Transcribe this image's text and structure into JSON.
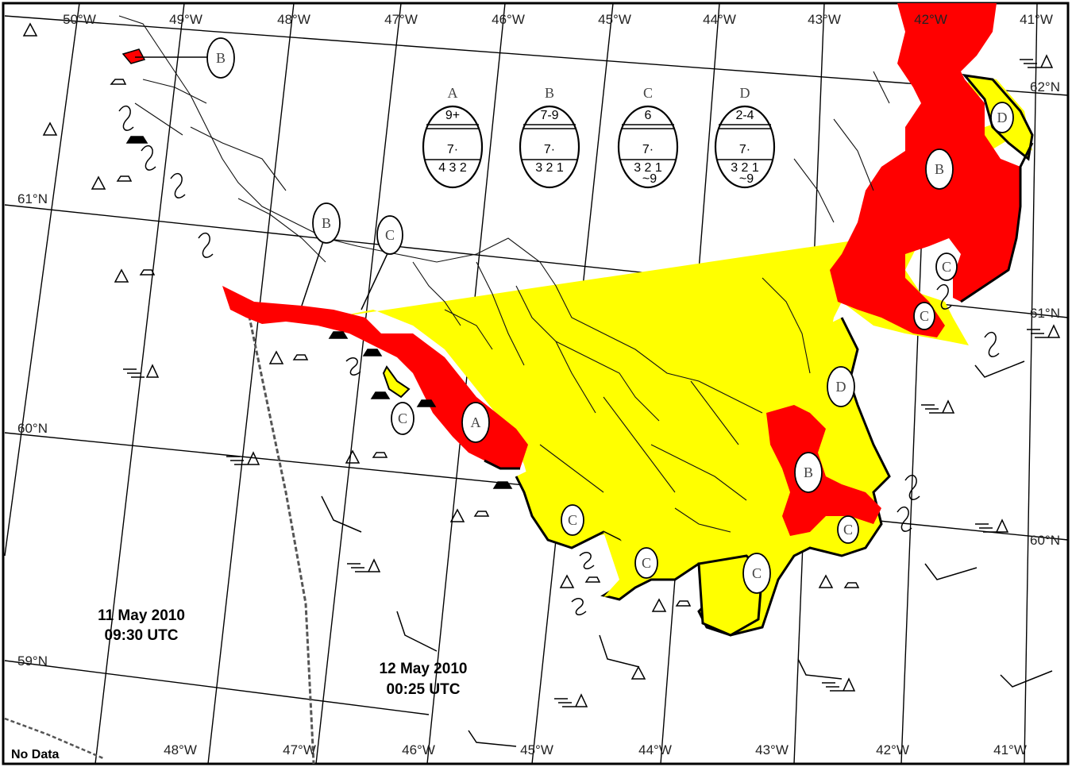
{
  "map": {
    "colors": {
      "red": "#ff0000",
      "yellow": "#ffff00",
      "land": "#ffffff",
      "lines": "#000000"
    },
    "top_lon_labels": [
      "50°W",
      "49°W",
      "48°W",
      "47°W",
      "46°W",
      "45°W",
      "44°W",
      "43°W",
      "42°W",
      "41°W"
    ],
    "bottom_lon_labels": [
      "48°W",
      "47°W",
      "46°W",
      "45°W",
      "44°W",
      "43°W",
      "42°W",
      "41°W"
    ],
    "left_lat_labels": [
      "61°N",
      "60°N",
      "59°N"
    ],
    "right_lat_labels": [
      "62°N",
      "61°N",
      "60°N"
    ],
    "legend": [
      {
        "letter": "A",
        "concentration": "9+",
        "stage": "7·",
        "forms": "4 3 2",
        "extra": ""
      },
      {
        "letter": "B",
        "concentration": "7-9",
        "stage": "7·",
        "forms": "3 2 1",
        "extra": ""
      },
      {
        "letter": "C",
        "concentration": "6",
        "stage": "7·",
        "forms": "3 2 1",
        "extra": "~9"
      },
      {
        "letter": "D",
        "concentration": "2-4",
        "stage": "7·",
        "forms": "3 2 1",
        "extra": "~9"
      }
    ],
    "region_labels": [
      "B",
      "B",
      "C",
      "C",
      "A",
      "D",
      "B",
      "C",
      "C",
      "C",
      "C",
      "D",
      "B",
      "C",
      "C"
    ],
    "date1": {
      "line1": "11 May 2010",
      "line2": "09:30 UTC"
    },
    "date2": {
      "line1": "12 May 2010",
      "line2": "00:25 UTC"
    },
    "no_data": "No Data"
  }
}
